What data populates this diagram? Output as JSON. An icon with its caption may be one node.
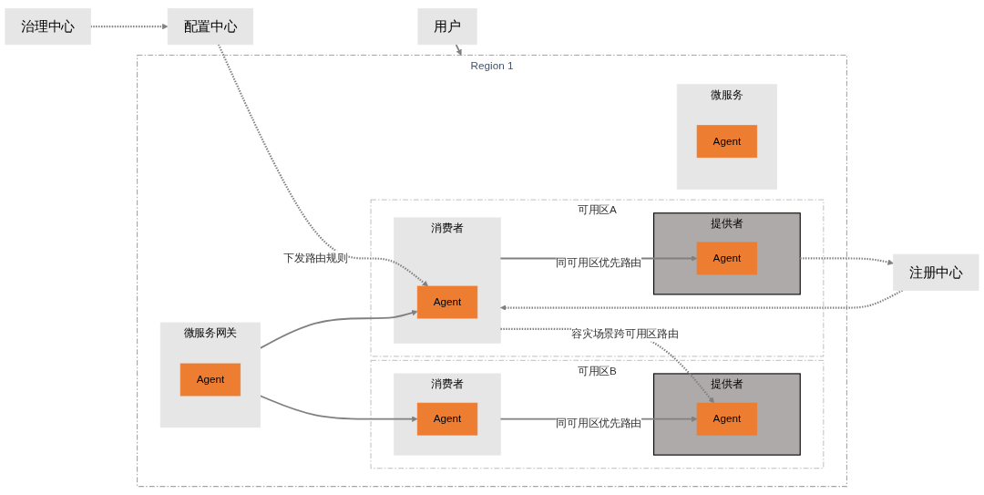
{
  "diagram": {
    "nodes": [
      {
        "text": [
          "治理中心"
        ]
      },
      {
        "text": [
          "配置中心"
        ]
      },
      {
        "text": [
          "注册中心"
        ]
      },
      {
        "text": [
          "用户"
        ]
      },
      {
        "text": [
          "Region 1"
        ]
      },
      {
        "text": [
          "微服务"
        ],
        "in": 4
      },
      {
        "text": [
          "Agent"
        ],
        "in": 5
      },
      {
        "text": [
          "微服务网关"
        ],
        "in": 4
      },
      {
        "text": [
          "Agent"
        ],
        "in": 7
      },
      {
        "text": [
          "可用区A"
        ],
        "in": 4
      },
      {
        "text": [
          "消费者"
        ],
        "in": 9
      },
      {
        "text": [
          "Agent"
        ],
        "in": 10
      },
      {
        "text": [
          "提供者"
        ],
        "in": 9
      },
      {
        "text": [
          "Agent"
        ],
        "in": 12
      },
      {
        "text": [
          "可用区B"
        ],
        "in": 4
      },
      {
        "text": [
          "消费者"
        ],
        "in": 14
      },
      {
        "text": [
          "Agent"
        ],
        "in": 15
      },
      {
        "text": [
          "提供者"
        ],
        "in": 14
      },
      {
        "text": [
          "Agent"
        ],
        "in": 17
      }
    ],
    "edges": [
      {
        "from": 0,
        "to": 1,
        "arrow": "to",
        "style": "dashed"
      },
      {
        "from": 1,
        "to": 11,
        "arrow": "to",
        "style": "dashed",
        "label": "下发路由规则"
      },
      {
        "from": 2,
        "to": 10,
        "arrow": "to",
        "style": "dashed"
      },
      {
        "from": 12,
        "to": 2,
        "arrow": "to",
        "style": "dashed"
      },
      {
        "from": 3,
        "to": 4,
        "arrow": "to"
      },
      {
        "from": 7,
        "to": 11,
        "arrow": "to"
      },
      {
        "from": 7,
        "to": 16,
        "arrow": "to"
      },
      {
        "from": 10,
        "to": 13,
        "arrow": "to",
        "label": "同可用区优先路由"
      },
      {
        "from": 10,
        "to": 18,
        "arrow": "to",
        "style": "dashed",
        "label": "容灾场景跨可用区路由"
      },
      {
        "from": 15,
        "to": 18,
        "arrow": "to",
        "label": "同可用区优先路由"
      }
    ]
  }
}
